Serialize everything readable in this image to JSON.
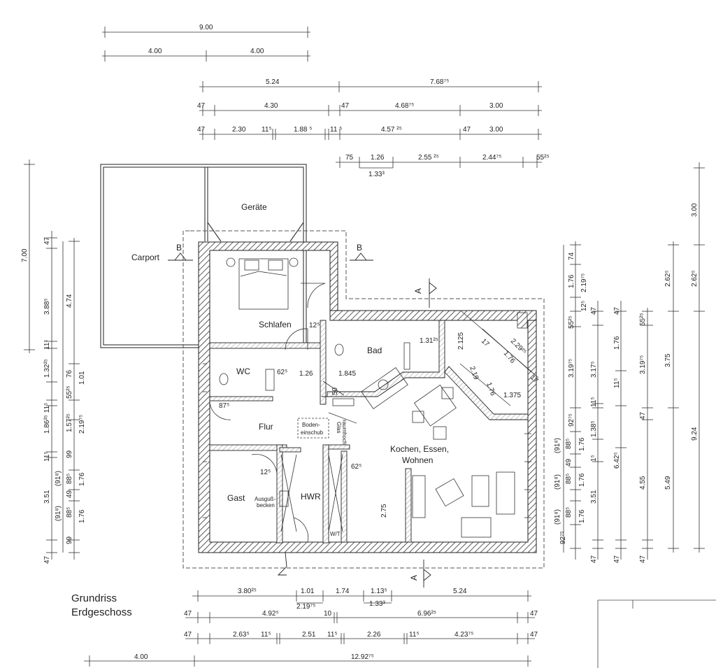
{
  "title": {
    "line1": "Grundriss",
    "line2": "Erdgeschoss"
  },
  "rooms": {
    "carport": "Carport",
    "geraete": "Geräte",
    "schlafen": "Schlafen",
    "bad": "Bad",
    "wc": "WC",
    "flur": "Flur",
    "gast": "Gast",
    "hwr": "HWR",
    "kochen1": "Kochen, Essen,",
    "kochen2": "Wohnen",
    "boden1": "Boden-",
    "boden2": "einschub",
    "glas1": "Glas",
    "glas2": "raumhoch",
    "ausguss1": "Ausguß-",
    "ausguss2": "becken",
    "wt": "W/T"
  },
  "sections": {
    "b": "B",
    "a": "A"
  },
  "dims_top": {
    "d900": "9.00",
    "d400a": "4.00",
    "d400b": "4.00",
    "d524": "5.24",
    "d768": "7.68⁷⁵",
    "d47a": "47",
    "d430": "4.30",
    "d47b": "47",
    "d468": "4.68⁷⁵",
    "d300a": "3.00",
    "d47c": "47",
    "d230": "2.30",
    "d115a": "11⁵",
    "d188": "1.88 ⁵",
    "d115b": "11 ⁵",
    "d457": "4.57 ²⁵",
    "d47d": "47",
    "d300b": "3.00",
    "d75": "75",
    "d126": "1.26",
    "d255": "2.55 ²⁵",
    "d244": "2.44⁷⁵",
    "d55": "55²⁵",
    "d133": "1.33³"
  },
  "dims_left": {
    "d700": "7.00",
    "d47": "47",
    "d388": "3.88⁵",
    "d474": "4.74",
    "d115": "11⁵",
    "d132": "1.32²⁵",
    "d76": "76",
    "d101": "1.01",
    "d55": "55²⁵",
    "d186": "1.86²⁵ 11⁵",
    "d157": "1.57²⁵",
    "d219": "2.19⁷⁵",
    "d99a": "99",
    "d115c": "11⁵",
    "d351": "3.51",
    "d91a": "(91⁸)",
    "d885a": "88⁵",
    "d176a": "1.76",
    "d91b": "(91⁸)",
    "d885b": "88⁵",
    "d49": "49",
    "d176b": "1.76",
    "d99b": "99",
    "d47b": "47"
  },
  "dims_inside": {
    "d125a": "12⁵",
    "d131": "1.31²⁵",
    "d2125": "2.125",
    "d625": "62⁵",
    "d126": "1.26",
    "d1845": "1.845",
    "d50": "50",
    "d875": "87⁵",
    "d125b": "12⁵",
    "d625b": "62⁵",
    "d275": "2.75",
    "d1375": "1.375",
    "d219": "2.19",
    "d176a": "1.76",
    "d176b": "1.76",
    "d229": "2.29²⁵",
    "d17a": "17",
    "d17b": "17"
  },
  "dims_right": {
    "d300": "3.00",
    "d74": "74",
    "d176a": "1.76",
    "d219": "2.19⁷⁵",
    "d2625a": "2.62⁵",
    "d2625b": "2.62⁵",
    "d55a": "55²⁵",
    "d125": "12⁵",
    "d47a": "47",
    "d47b": "47",
    "d55b": "55²⁵",
    "d3197": "3.19⁷⁵",
    "d3175": "3.17⁵",
    "d176b": "1.76",
    "d115a": "11⁵",
    "d3197b": "3.19⁷⁵",
    "d375": "3.75",
    "d927": "92⁷⁵",
    "d138": "1.38⁵",
    "d115b": "11⁵",
    "d47c": "47",
    "d918a": "(91⁸)",
    "d885a": "88⁵",
    "d176c": "1.76",
    "d115c": "1⁵",
    "d642": "6.42⁵",
    "d918b": "(91⁸)",
    "d885b": "88⁵",
    "d49": "49",
    "d176d": "1.76",
    "d351": "3.51",
    "d455": "4.55",
    "d549": "5.49",
    "d924": "9.24",
    "d918c": "(91⁸)",
    "d885c": "88⁵",
    "d176e": "1.76",
    "d927b": "92⁷⁵",
    "d47d": "47",
    "d47e": "47",
    "d47f": "47"
  },
  "dims_bottom": {
    "d380": "3.80²⁵",
    "d101": "1.01",
    "d174": "1.74",
    "d113": "1.13⁵",
    "d524": "5.24",
    "d219": "2.19⁷⁵",
    "d133": "1.33³",
    "d47a": "47",
    "d492": "4.92⁵",
    "d10": "10",
    "d696": "6.96²⁵",
    "d47b": "47",
    "d47c": "47",
    "d263": "2.63⁵",
    "d115a": "11⁵",
    "d251": "2.51",
    "d115b": "11⁵",
    "d226": "2.26",
    "d115c": "11⁵",
    "d423": "4.23⁷⁵",
    "d47d": "47",
    "d400": "4.00",
    "d1292": "12.92⁷⁵"
  }
}
